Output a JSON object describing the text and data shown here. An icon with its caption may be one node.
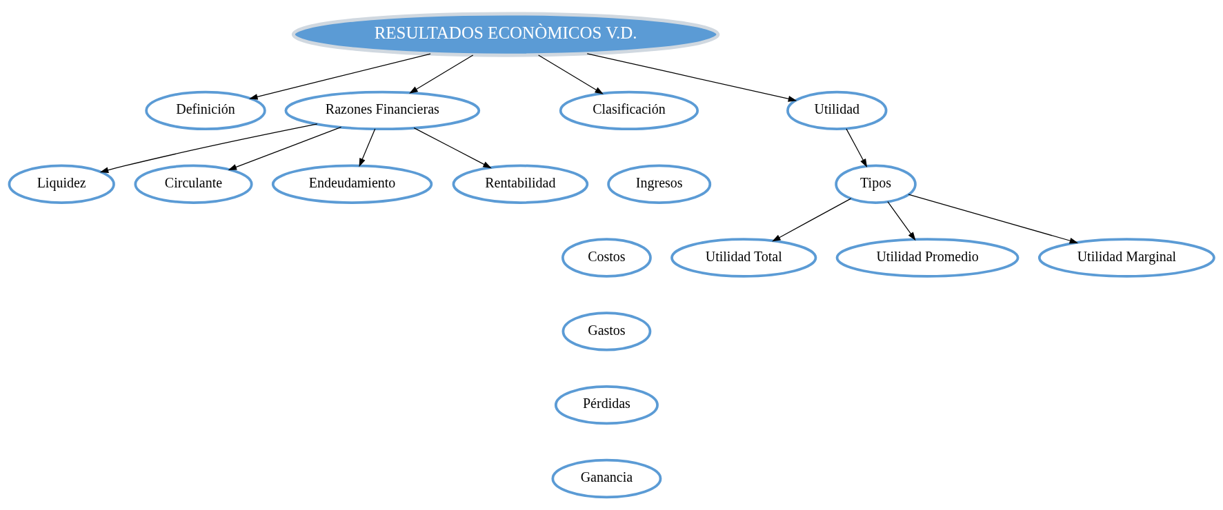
{
  "diagram": {
    "nodes": [
      {
        "text": [
          "RESULTADOS ECONÒMICOS V.D."
        ]
      },
      {
        "text": [
          "Definición"
        ]
      },
      {
        "text": [
          "Razones Financieras"
        ]
      },
      {
        "text": [
          "Liquidez"
        ]
      },
      {
        "text": [
          "Circulante"
        ]
      },
      {
        "text": [
          "Endeudamiento"
        ]
      },
      {
        "text": [
          "Rentabilidad"
        ]
      },
      {
        "text": [
          "Clasificación"
        ]
      },
      {
        "text": [
          "Ingresos"
        ]
      },
      {
        "text": [
          "Costos"
        ]
      },
      {
        "text": [
          "Gastos"
        ]
      },
      {
        "text": [
          "Pérdidas"
        ]
      },
      {
        "text": [
          "Ganancia"
        ]
      },
      {
        "text": [
          "Utilidad"
        ]
      },
      {
        "text": [
          "Tipos"
        ]
      },
      {
        "text": [
          "Utilidad Total"
        ]
      },
      {
        "text": [
          "Utilidad Promedio"
        ]
      },
      {
        "text": [
          "Utilidad Marginal"
        ]
      }
    ],
    "edges": [
      {
        "from": 0,
        "to": 1,
        "arrow": "to"
      },
      {
        "from": 0,
        "to": 2,
        "arrow": "to"
      },
      {
        "from": 2,
        "to": 3,
        "arrow": "to"
      },
      {
        "from": 2,
        "to": 4,
        "arrow": "to"
      },
      {
        "from": 2,
        "to": 5,
        "arrow": "to"
      },
      {
        "from": 2,
        "to": 6,
        "arrow": "to"
      },
      {
        "from": 0,
        "to": 7,
        "arrow": "to"
      },
      {
        "from": 0,
        "to": 13,
        "arrow": "to"
      },
      {
        "from": 13,
        "to": 14,
        "arrow": "to"
      },
      {
        "from": 14,
        "to": 15,
        "arrow": "to"
      },
      {
        "from": 14,
        "to": 16,
        "arrow": "to"
      },
      {
        "from": 14,
        "to": 17,
        "arrow": "to"
      }
    ]
  }
}
